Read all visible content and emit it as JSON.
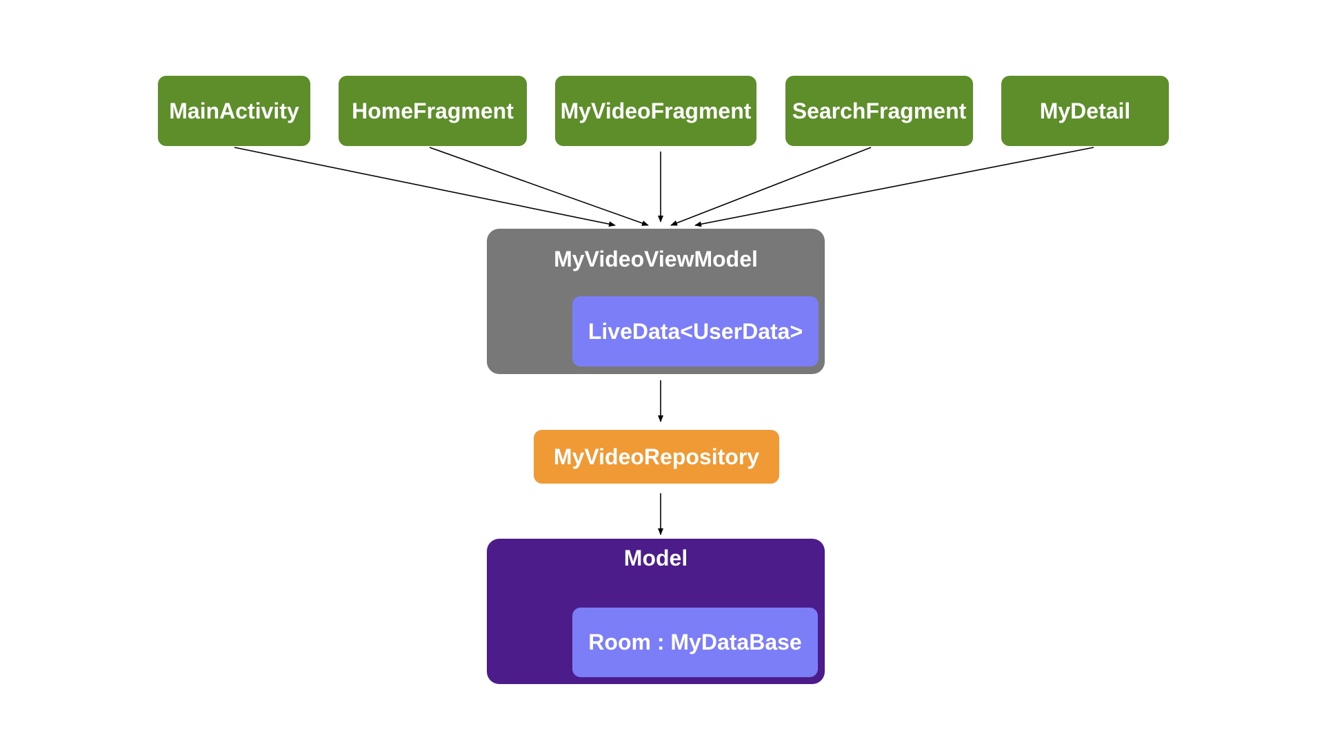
{
  "views": [
    {
      "label": "MainActivity"
    },
    {
      "label": "HomeFragment"
    },
    {
      "label": "MyVideoFragment"
    },
    {
      "label": "SearchFragment"
    },
    {
      "label": "MyDetail"
    }
  ],
  "viewmodel": {
    "title": "MyVideoViewModel",
    "livedata": "LiveData<UserData>"
  },
  "repository": {
    "label": "MyVideoRepository"
  },
  "model": {
    "title": "Model",
    "room": "Room : MyDataBase"
  },
  "colors": {
    "view_green": "#5d8e2a",
    "viewmodel_gray": "#787878",
    "livedata_blue": "#7b7ef6",
    "repository_orange": "#ef9a34",
    "model_purple": "#4c1d8a"
  }
}
